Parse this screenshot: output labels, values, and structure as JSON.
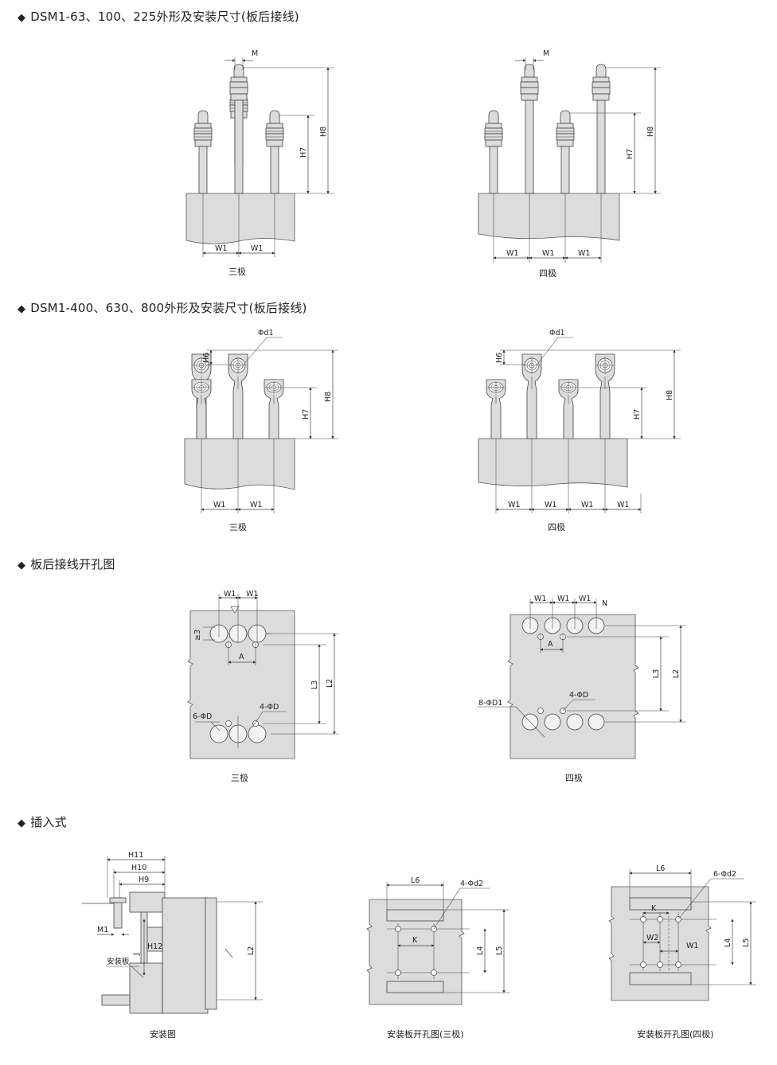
{
  "sections": {
    "s1": "DSM1-63、100、225外形及安装尺寸(板后接线)",
    "s2": "DSM1-400、630、800外形及安装尺寸(板后接线)",
    "s3": "板后接线开孔图",
    "s4": "插入式"
  },
  "bullet": "◆",
  "captions": {
    "three_pole": "三极",
    "four_pole": "四极",
    "install": "安装图",
    "panel_cut_three": "安装板开孔图(三极)",
    "panel_cut_four": "安装板开孔图(四极)"
  },
  "dims": {
    "M": "M",
    "H6": "H6",
    "H7": "H7",
    "H8": "H8",
    "W1": "W1",
    "W2": "W2",
    "d1": "Φd1",
    "A": "A",
    "L2": "L2",
    "L3": "L3",
    "L4": "L4",
    "L5": "L5",
    "L6": "L6",
    "ge3": "≥3",
    "N": "N",
    "K": "K",
    "J": "J",
    "six_phiD": "6-ΦD",
    "four_phiD": "4-ΦD",
    "eight_phiD1": "8-ΦD1",
    "four_phid2": "4-Φd2",
    "six_phid2": "6-Φd2",
    "H9": "H9",
    "H10": "H10",
    "H11": "H11",
    "H12": "H12",
    "M1": "M1",
    "plate": "安装板"
  }
}
